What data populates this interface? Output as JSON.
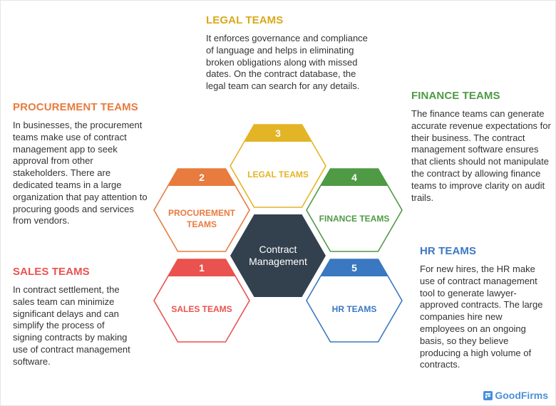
{
  "center": {
    "line1": "Contract",
    "line2": "Management"
  },
  "teams": [
    {
      "key": "sales",
      "number": "1",
      "hex_lines": [
        "SALES TEAMS"
      ],
      "color": "#e9524f",
      "title": "SALES TEAMS",
      "description": "In contract settlement, the sales team can minimize significant delays and can simplify the process of signing contracts by making use of contract management software."
    },
    {
      "key": "procurement",
      "number": "2",
      "hex_lines": [
        "PROCUREMENT",
        "TEAMS"
      ],
      "color": "#e87b3e",
      "title": "PROCUREMENT TEAMS",
      "description": "In businesses, the procurement teams make use of contract management app to seek approval from other stakeholders. There are dedicated teams in a large organization that pay attention to procuring goods and services from vendors."
    },
    {
      "key": "legal",
      "number": "3",
      "hex_lines": [
        "LEGAL TEAMS"
      ],
      "color": "#e3b425",
      "title": "LEGAL TEAMS",
      "description": "It enforces governance and compliance of language and helps in eliminating broken obligations along with missed dates. On the contract database, the legal team can search for any details."
    },
    {
      "key": "finance",
      "number": "4",
      "hex_lines": [
        "FINANCE TEAMS"
      ],
      "color": "#4f9a45",
      "title": "FINANCE TEAMS",
      "description": "The finance teams can generate accurate revenue expectations for their business. The contract management software ensures that clients should not manipulate the contract by allowing finance teams to improve clarity on audit trails."
    },
    {
      "key": "hr",
      "number": "5",
      "hex_lines": [
        "HR TEAMS"
      ],
      "color": "#3a78c1",
      "title": "HR TEAMS",
      "description": "For new hires, the HR make use of contract management tool to generate lawyer-approved contracts. The large companies hire new employees on an ongoing basis, so they believe producing a high volume of contracts."
    }
  ],
  "colors": {
    "center_fill": "#33414f",
    "center_text": "#ffffff",
    "logo": "#4a90d9"
  },
  "logo": {
    "text": "GoodFirms",
    "icon": "goodfirms-logo-icon"
  }
}
